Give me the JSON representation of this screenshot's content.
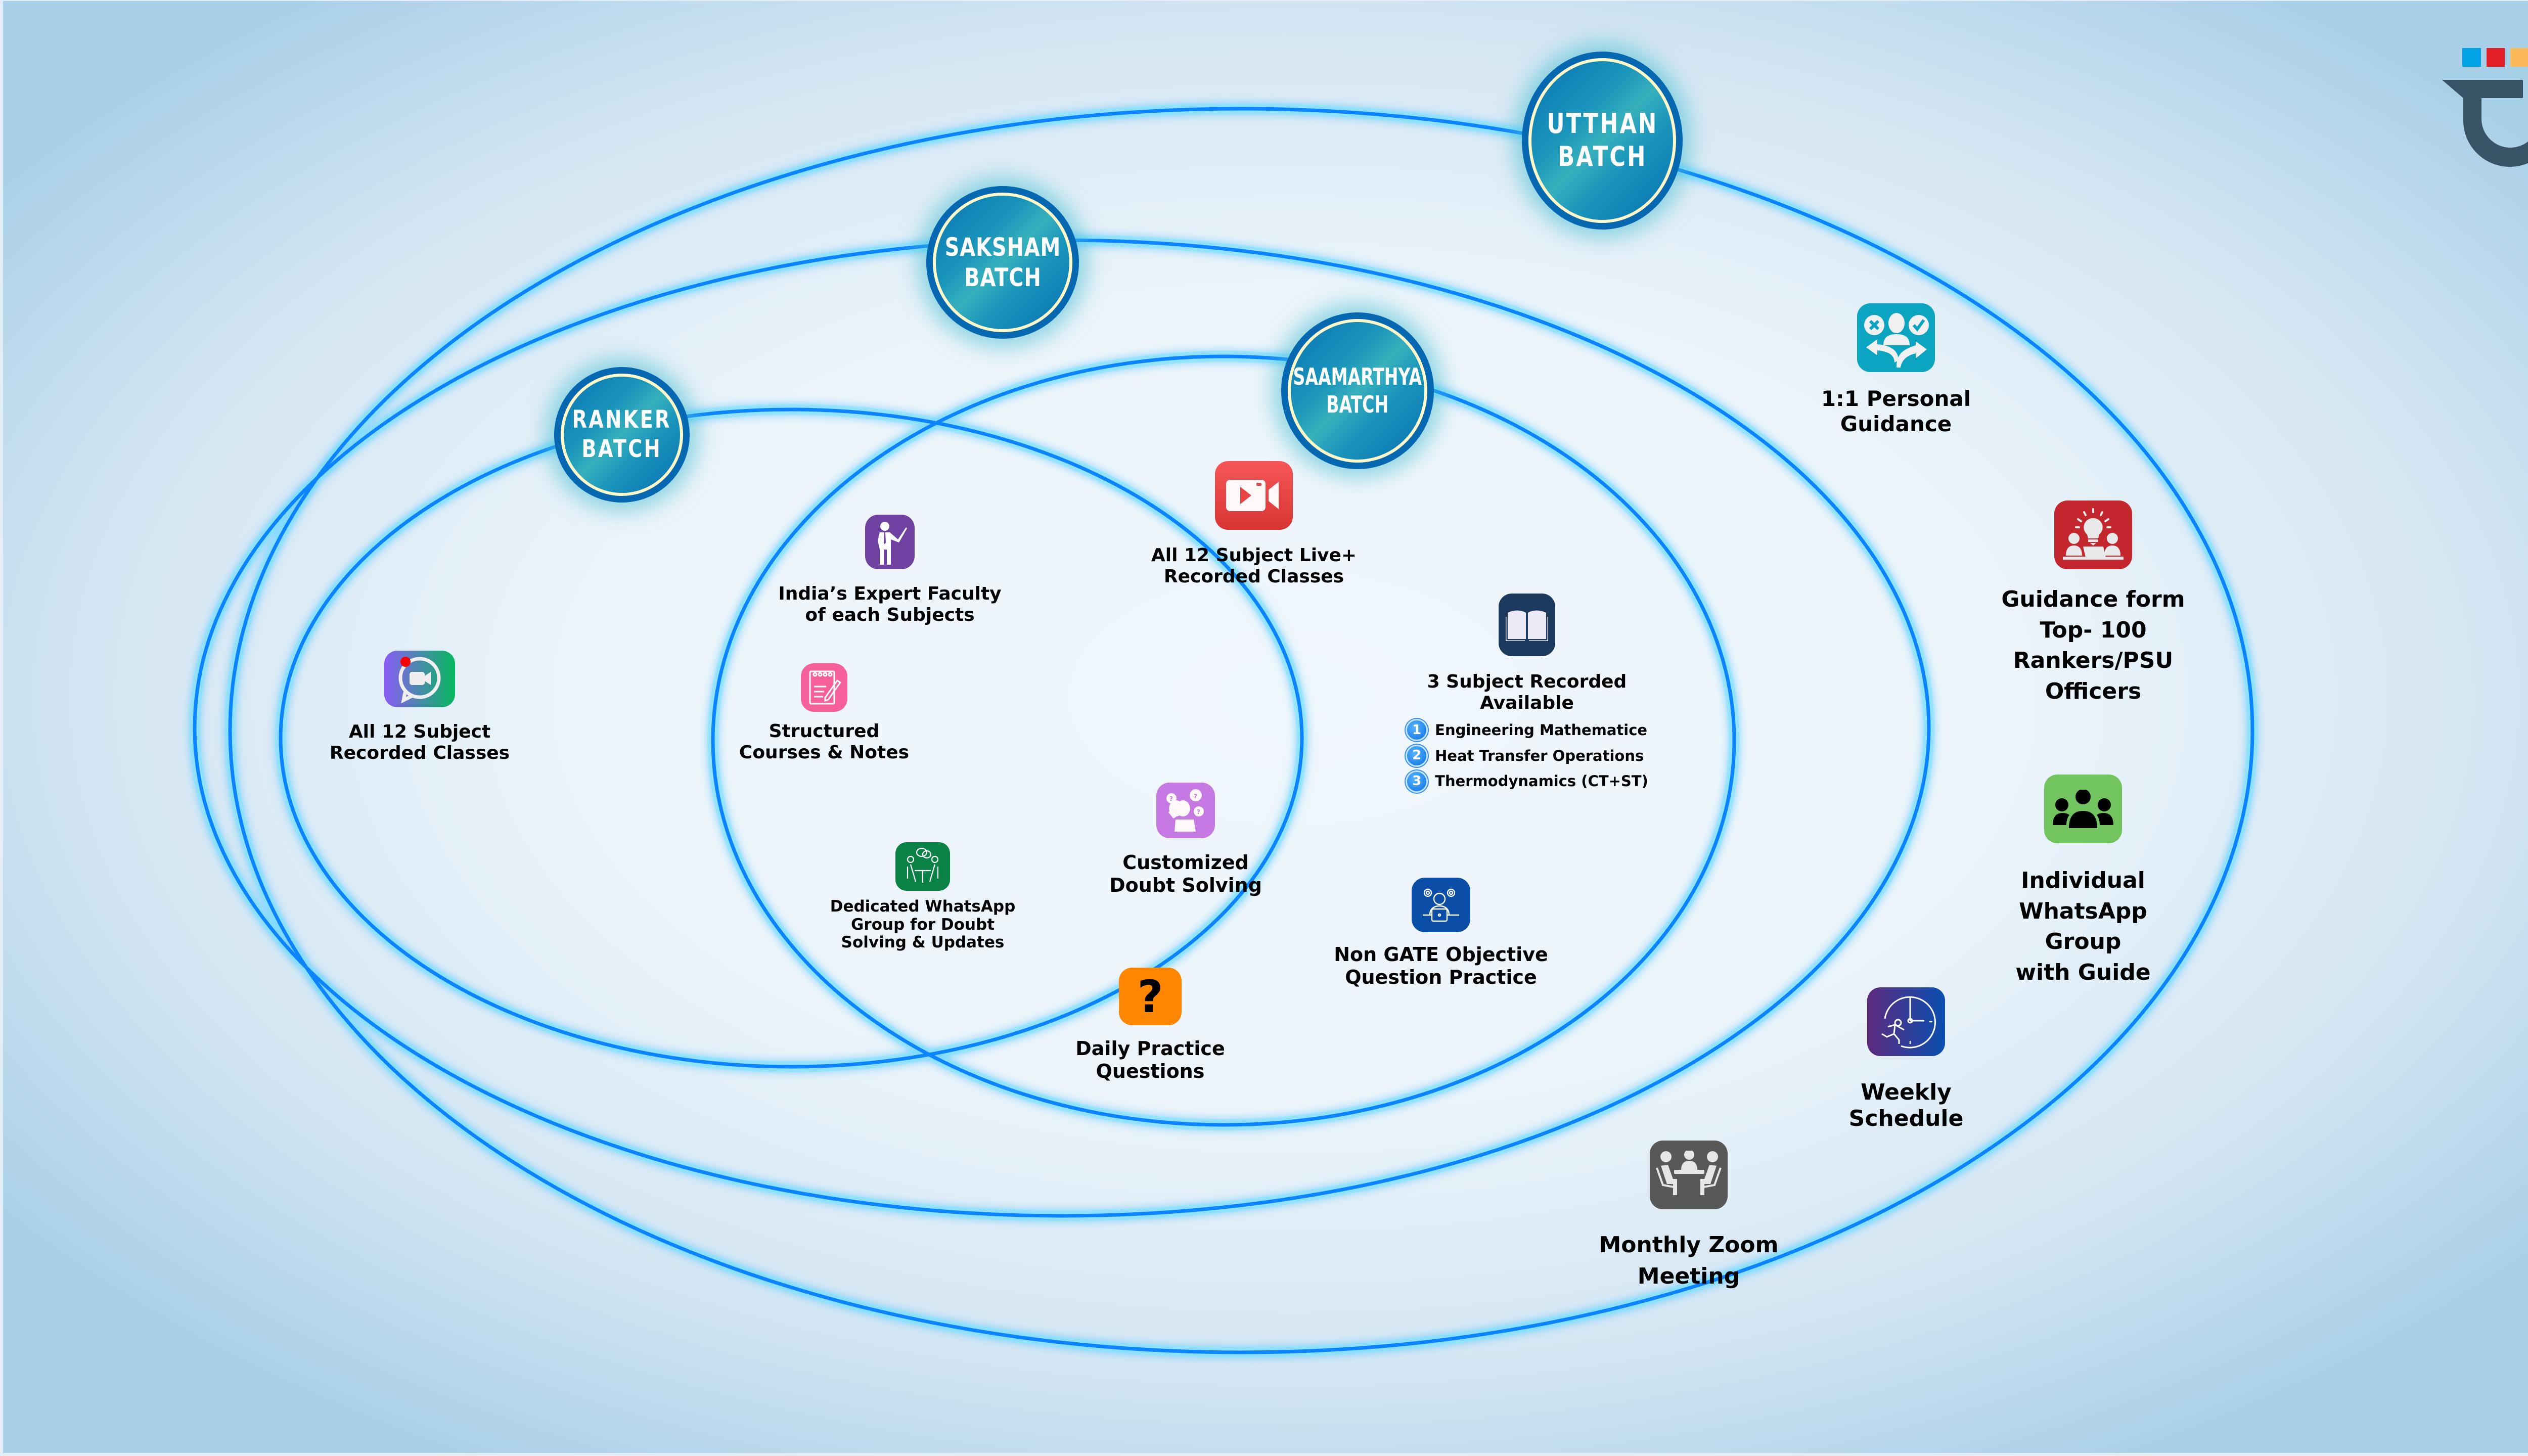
{
  "brand": {
    "logo": "t-hook-logo",
    "logo_squares": [
      "#00a3e6",
      "#e21f26",
      "#fbb95a"
    ],
    "logo_color": "#385366"
  },
  "colors": {
    "ring": "#0a84ff",
    "ring_glow": "#6fe2ff",
    "badge_outer": "#0568b0",
    "badge_inner_border": "#fff9c8"
  },
  "batches": [
    {
      "id": "utthan",
      "label": "UTTHAN\nBATCH"
    },
    {
      "id": "saksham",
      "label": "SAKSHAM\nBATCH"
    },
    {
      "id": "saamarthya",
      "label": "SAAMARTHYA\nBATCH"
    },
    {
      "id": "ranker",
      "label": "RANKER\nBATCH"
    }
  ],
  "features": [
    {
      "id": "recorded-classes",
      "icon": "video-chat-icon",
      "color": "#7b5cf5",
      "label": "All 12 Subject\nRecorded Classes"
    },
    {
      "id": "expert-faculty",
      "icon": "teacher-icon",
      "color": "#6f42a1",
      "label": "India’s Expert Faculty\nof each Subjects"
    },
    {
      "id": "structured-courses",
      "icon": "notepad-pencil-icon",
      "color": "#f5609a",
      "label": "Structured\nCourses & Notes"
    },
    {
      "id": "whatsapp-doubt-group",
      "icon": "discussion-table-icon",
      "color": "#0a8246",
      "label": "Dedicated WhatsApp\nGroup for Doubt\nSolving & Updates"
    },
    {
      "id": "live-recorded-classes",
      "icon": "video-camera-icon",
      "color": "#e8403f",
      "label": "All 12 Subject Live+\nRecorded Classes"
    },
    {
      "id": "three-subject-recorded",
      "icon": "open-book-icon",
      "color": "#1c3a5e",
      "label": "3 Subject Recorded Available",
      "subjects": [
        {
          "num": "1",
          "name": "Engineering Mathematice"
        },
        {
          "num": "2",
          "name": "Heat Transfer Operations"
        },
        {
          "num": "3",
          "name": "Thermodynamics (CT+ST)"
        }
      ]
    },
    {
      "id": "customized-doubt",
      "icon": "confused-person-icon",
      "color": "#c678e3",
      "label": "Customized\nDoubt Solving"
    },
    {
      "id": "daily-practice",
      "icon": "question-mark-icon",
      "color": "#ff8600",
      "label": "Daily Practice\nQuestions"
    },
    {
      "id": "non-gate-objective",
      "icon": "person-laptop-gears-icon",
      "color": "#0b4ea8",
      "label": "Non GATE Objective\nQuestion Practice"
    },
    {
      "id": "personal-guidance",
      "icon": "career-choice-icon",
      "color": "#0ba5c2",
      "label": "1:1 Personal\nGuidance"
    },
    {
      "id": "topper-guidance",
      "icon": "idea-meeting-icon",
      "color": "#c4262e",
      "label": "Guidance form\nTop- 100\nRankers/PSU\nOfficers"
    },
    {
      "id": "individual-whatsapp",
      "icon": "group-people-icon",
      "color": "#72c45e",
      "label": "Individual\nWhatsApp Group\nwith Guide"
    },
    {
      "id": "weekly-schedule",
      "icon": "clock-runner-icon",
      "color": "#3a3a96",
      "label": "Weekly Schedule"
    },
    {
      "id": "monthly-zoom",
      "icon": "meeting-table-icon",
      "color": "#585858",
      "label": "Monthly Zoom\nMeeting"
    }
  ]
}
